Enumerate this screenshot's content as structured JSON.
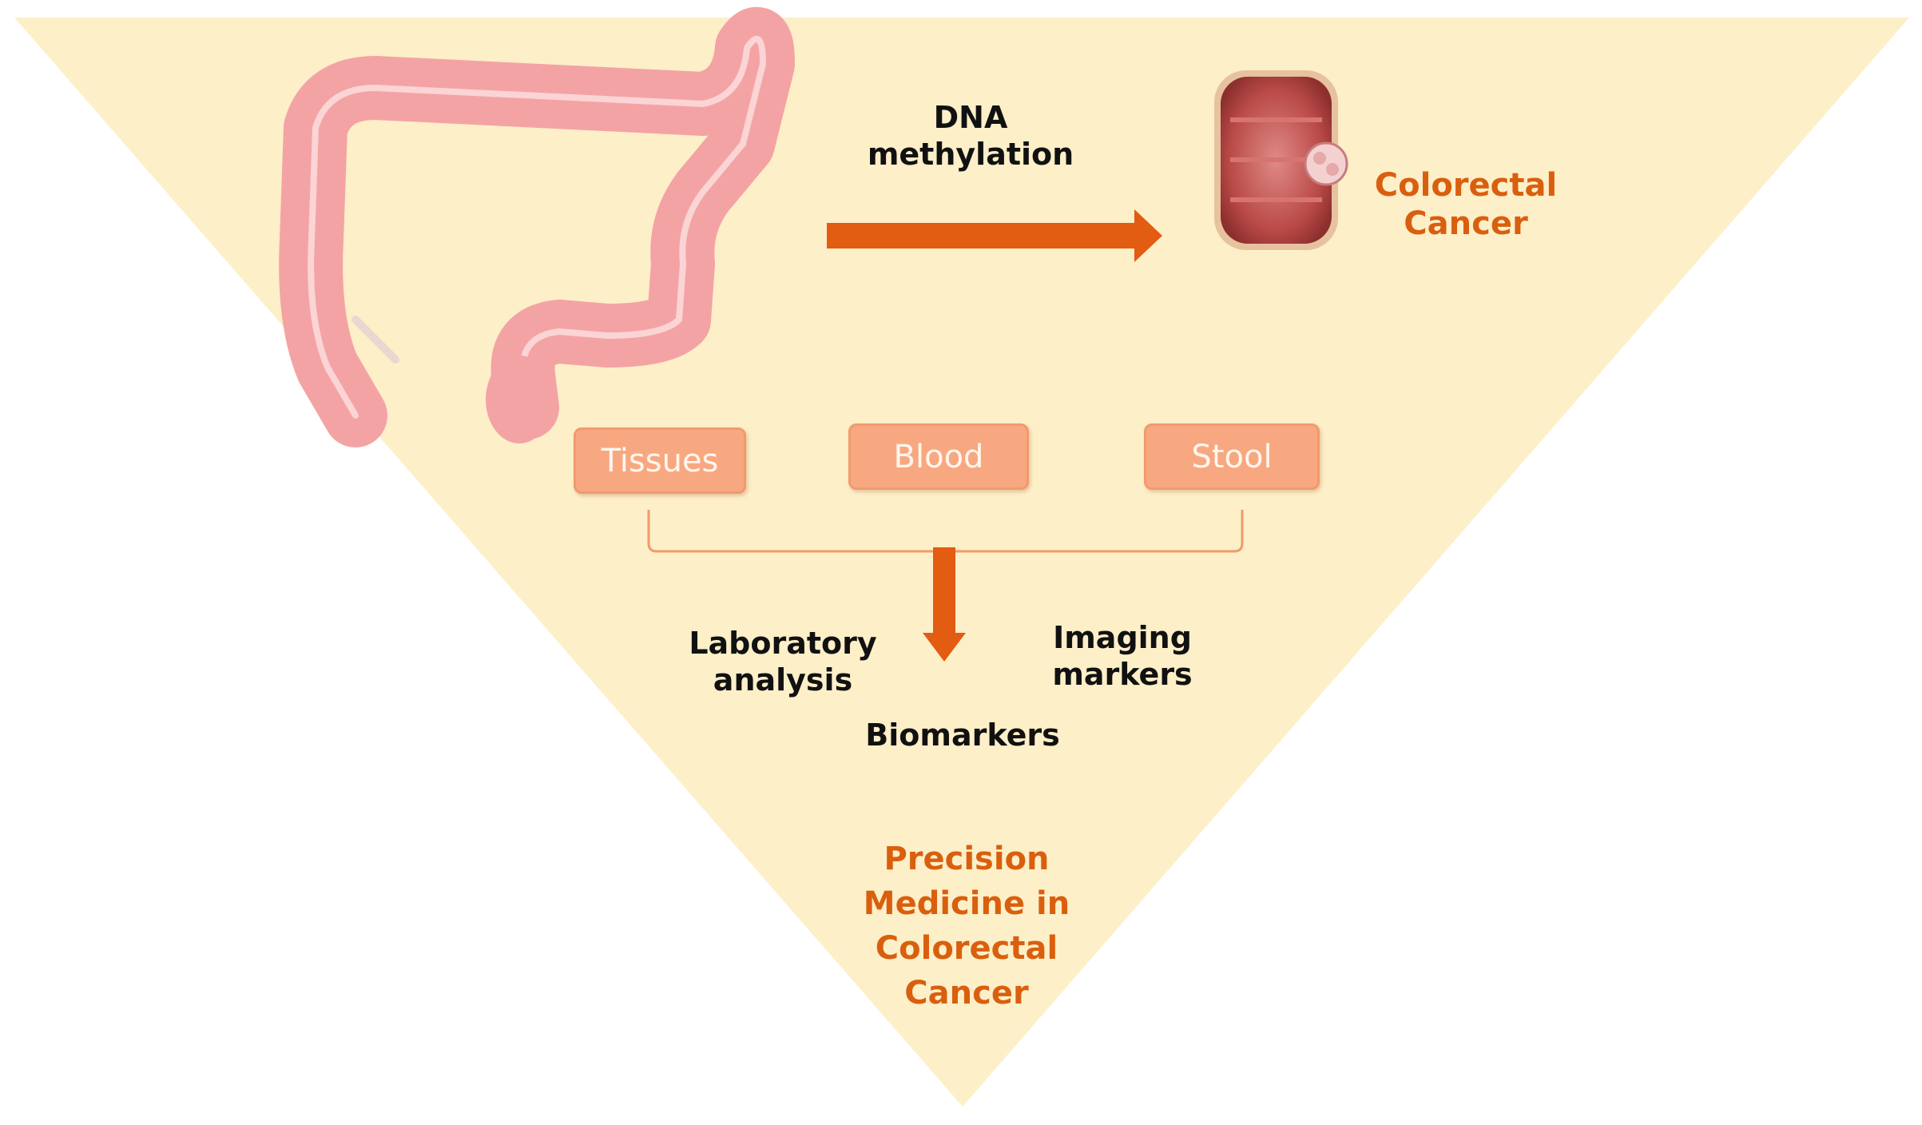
{
  "process": {
    "line1": "DNA",
    "line2": "methylation"
  },
  "outcome": {
    "line1": "Colorectal",
    "line2": "Cancer"
  },
  "samples": [
    {
      "label": "Tissues"
    },
    {
      "label": "Blood"
    },
    {
      "label": "Stool"
    }
  ],
  "analysis": {
    "lab_line1": "Laboratory",
    "lab_line2": "analysis",
    "imaging_line1": "Imaging",
    "imaging_line2": "markers",
    "biomarkers": "Biomarkers"
  },
  "goal": {
    "line1": "Precision",
    "line2": "Medicine in",
    "line3": "Colorectal",
    "line4": "Cancer"
  },
  "colors": {
    "triangle": "#fdefc8",
    "arrow": "#e25c12",
    "accent_text": "#d95f0e",
    "box_fill": "#f8a880",
    "colon": "#f4a3a5",
    "tumor_section": "#b94a48"
  },
  "icons": {
    "colon": "colon-illustration",
    "tumor": "colon-tumor-illustration"
  }
}
